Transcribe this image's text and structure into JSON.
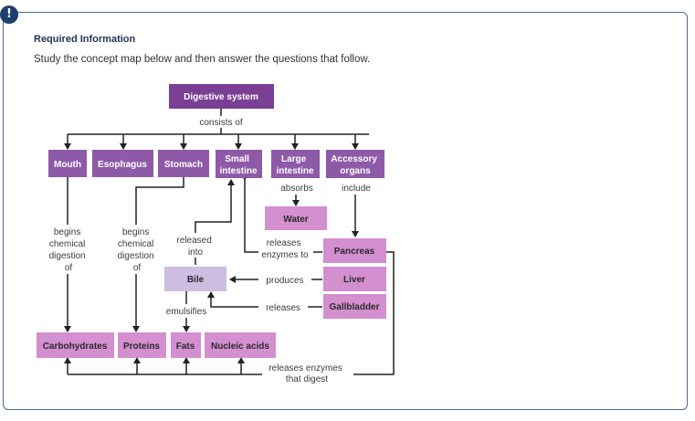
{
  "alert_icon": {
    "glyph": "!",
    "icon": "exclamation-icon",
    "color": "#1e3f6c"
  },
  "header": {
    "title": "Required Information"
  },
  "instruction": "Study the concept map below and then answer the questions that follow.",
  "colors": {
    "dark_purple": "#7a3f94",
    "mid_purple": "#8e5aa8",
    "light_purple": "#d38fcf",
    "pale_purple": "#cdbde0",
    "line": "#222222"
  },
  "concept_map": {
    "nodes": {
      "digestive_system": "Digestive system",
      "mouth": "Mouth",
      "esophagus": "Esophagus",
      "stomach": "Stomach",
      "small_intestine": [
        "Small",
        "intestine"
      ],
      "large_intestine": [
        "Large",
        "intestine"
      ],
      "accessory_organs": [
        "Accessory",
        "organs"
      ],
      "water": "Water",
      "pancreas": "Pancreas",
      "liver": "Liver",
      "gallbladder": "Gallbladder",
      "bile": "Bile",
      "carbohydrates": "Carbohydrates",
      "proteins": "Proteins",
      "fats": "Fats",
      "nucleic_acids": "Nucleic acids"
    },
    "links": {
      "consists_of": "consists of",
      "absorbs": "absorbs",
      "include": "include",
      "mouth_begins": [
        "begins",
        "chemical",
        "digestion",
        "of"
      ],
      "stomach_begins": [
        "begins",
        "chemical",
        "digestion",
        "of"
      ],
      "released_into": [
        "released",
        "into"
      ],
      "releases_enzymes_to": [
        "releases",
        "enzymes to"
      ],
      "produces": "produces",
      "releases": "releases",
      "emulsifies": "emulsifies",
      "releases_enzymes_digest": [
        "releases enzymes",
        "that digest"
      ]
    }
  }
}
